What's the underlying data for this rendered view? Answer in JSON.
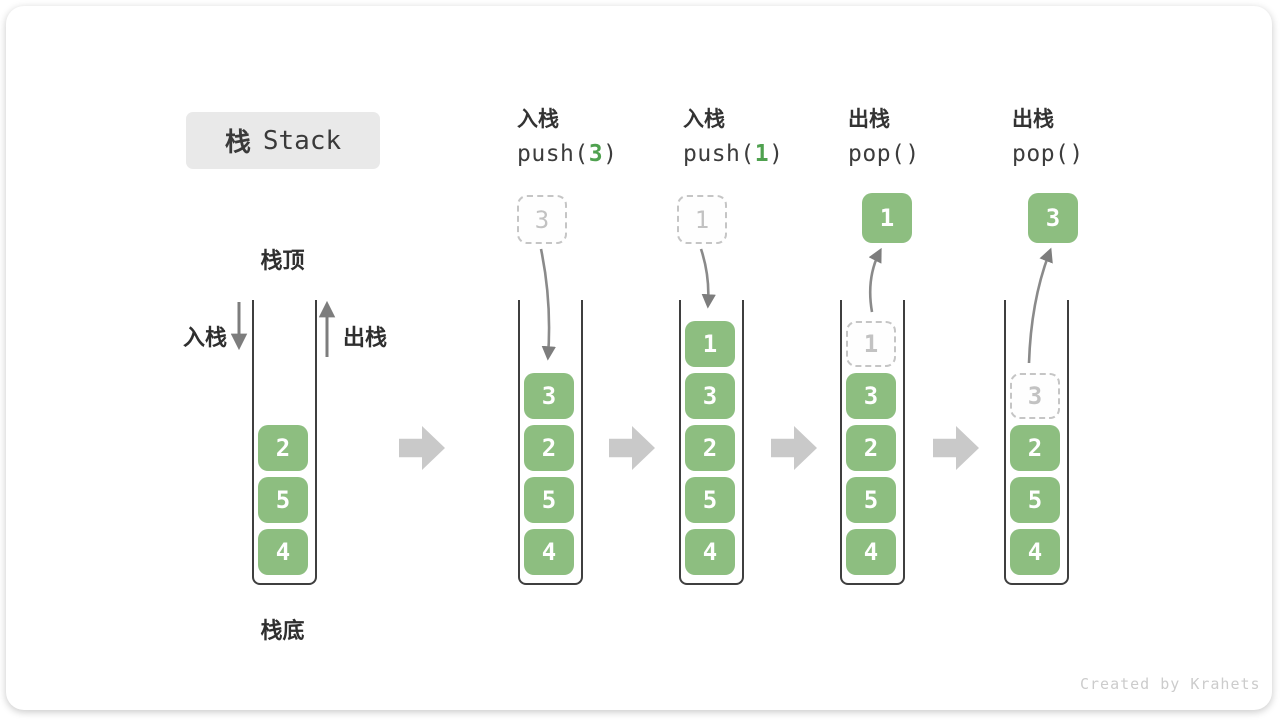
{
  "title": {
    "zh": "栈",
    "en": "Stack"
  },
  "stack_labels": {
    "top": "栈顶",
    "bottom": "栈底",
    "push_side": "入栈",
    "pop_side": "出栈"
  },
  "colors": {
    "block_green": "#8dbe80",
    "code_arg_green": "#4fa14f",
    "ghost_gray": "#c5c5c5",
    "arrow_gray": "#8a8a8a",
    "flow_arrow_gray": "#c9c9c9",
    "title_badge_bg": "#e9e9e9"
  },
  "columns": [
    {
      "name": "initial",
      "cells": [
        "2",
        "5",
        "4"
      ]
    },
    {
      "name": "push-3",
      "op_label": "入栈",
      "code_pre": "push(",
      "code_arg": "3",
      "code_post": ")",
      "incoming": "3",
      "cells": [
        "3",
        "2",
        "5",
        "4"
      ]
    },
    {
      "name": "push-1",
      "op_label": "入栈",
      "code_pre": "push(",
      "code_arg": "1",
      "code_post": ")",
      "incoming": "1",
      "cells": [
        "1",
        "3",
        "2",
        "5",
        "4"
      ]
    },
    {
      "name": "pop-1",
      "op_label": "出栈",
      "code_pre": "pop(",
      "code_arg": "",
      "code_post": ")",
      "popped": "1",
      "ghost": "1",
      "cells": [
        "3",
        "2",
        "5",
        "4"
      ]
    },
    {
      "name": "pop-3",
      "op_label": "出栈",
      "code_pre": "pop(",
      "code_arg": "",
      "code_post": ")",
      "popped": "3",
      "ghost": "3",
      "cells": [
        "2",
        "5",
        "4"
      ]
    }
  ],
  "watermark": "Created by Krahets"
}
